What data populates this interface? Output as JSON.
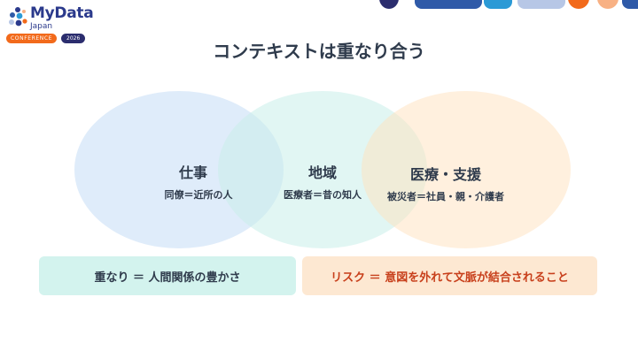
{
  "logo": {
    "name": "MyData",
    "sub": "Japan",
    "badge_conference": "CONFERENCE",
    "badge_year": "2026"
  },
  "slide": {
    "title": "コンテキストは重なり合う",
    "circles": [
      {
        "heading": "仕事",
        "subtitle": "同僚＝近所の人"
      },
      {
        "heading": "地域",
        "subtitle": "医療者＝昔の知人"
      },
      {
        "heading": "医療・支援",
        "subtitle": "被災者＝社員・親・介護者"
      }
    ],
    "boxes": [
      {
        "text": "重なり ＝ 人間関係の豊かさ"
      },
      {
        "text": "リスク ＝ 意図を外れて文脈が結合されること"
      }
    ]
  },
  "colors": {
    "brand_navy": "#2b3a8c",
    "brand_orange": "#f26a1b",
    "risk_text": "#c8401c"
  }
}
